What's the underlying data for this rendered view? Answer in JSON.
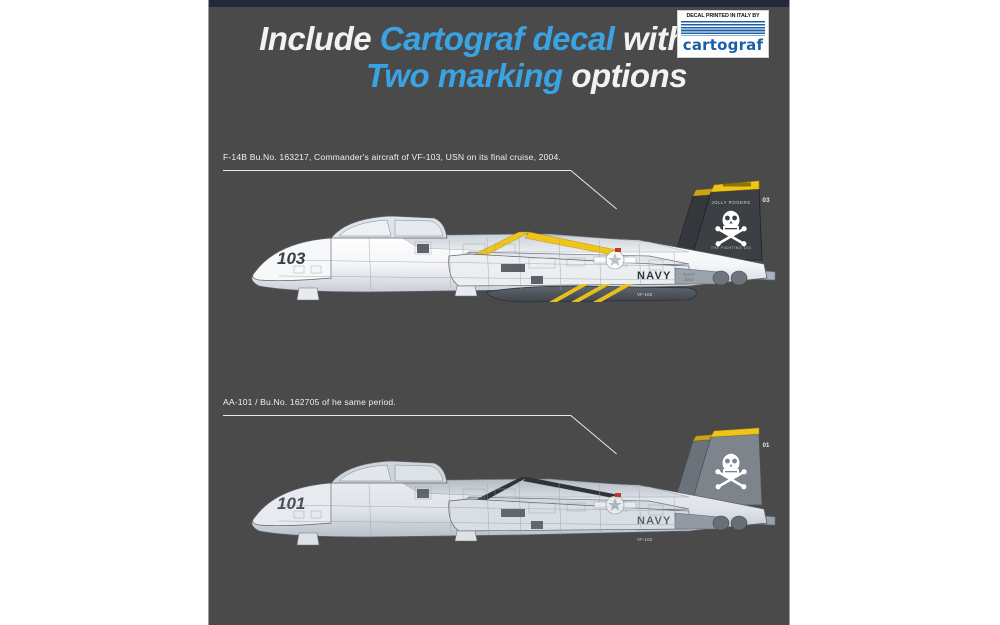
{
  "page": {
    "background_color": "#ffffff",
    "panel_color": "#4a4a4a",
    "topbar_color": "#232a38",
    "accent_blue": "#3aa3e3"
  },
  "headline": {
    "line1_part1": "Include ",
    "line1_part2": "Cartograf decal ",
    "line1_part3": "with",
    "line2_part1": "Two marking ",
    "line2_part2": "options"
  },
  "cartograf_logo": {
    "top_text": "DECAL PRINTED IN ITALY BY",
    "brand": "cartograf",
    "brand_color": "#1b5fa8"
  },
  "options": [
    {
      "caption": "F-14B Bu.No. 163217, Commander's aircraft of VF-103, USN on its final cruise, 2004.",
      "markings": {
        "modex": "103",
        "tail_code": "03",
        "navy": "NAVY",
        "squadron": "VF-103",
        "tail_motto_top": "JOLLY ROGERS",
        "tail_motto_bottom": "THE FIGHTING 103",
        "tail_band_color": "#f0c419",
        "tail_color": "#3c4045",
        "scheme": "gloss-gray-commander"
      }
    },
    {
      "caption": "AA-101 / Bu.No. 162705 of he same period.",
      "markings": {
        "modex": "101",
        "tail_code": "01",
        "navy": "NAVY",
        "squadron": "VF-103",
        "tail_band_color": "#f0c419",
        "tail_color": "#7d848c",
        "scheme": "low-visibility-gray"
      }
    }
  ]
}
